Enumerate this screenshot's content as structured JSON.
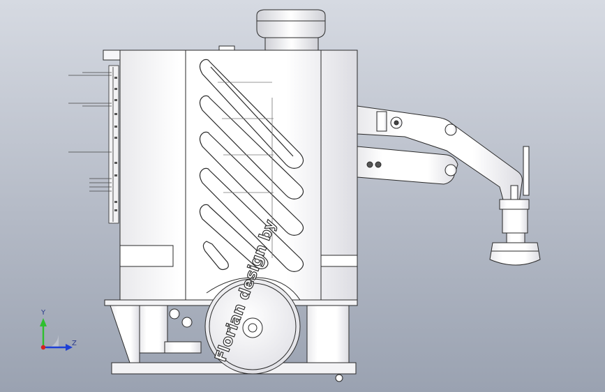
{
  "viewport": {
    "background_top": "#d6dae2",
    "background_bottom": "#9aa2b1"
  },
  "model": {
    "part_color": "#ffffff",
    "edge_color": "#2a2a2a",
    "engraving": "Florian design by"
  },
  "triad": {
    "y_label": "Y",
    "z_label": "Z",
    "y_color": "#2fbf2f",
    "z_color": "#1d3fd6",
    "x_color": "#d62020"
  }
}
